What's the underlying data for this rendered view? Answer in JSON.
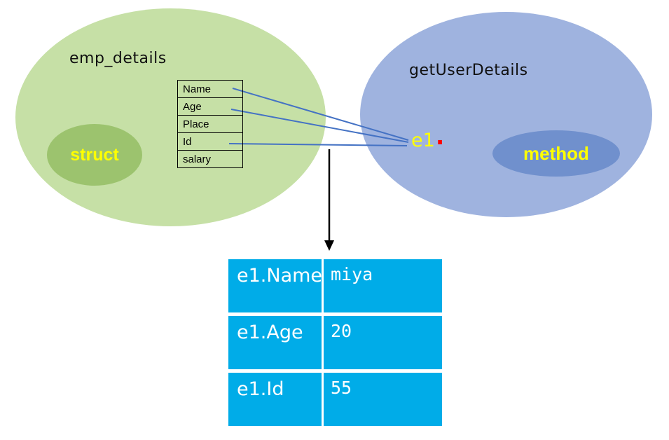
{
  "left_group": {
    "title": "emp_details",
    "inner_label": "struct",
    "fields": [
      "Name",
      "Age",
      "Place",
      "Id",
      "salary"
    ]
  },
  "right_group": {
    "title": "getUserDetails",
    "instance_label": "e1",
    "dot_label": ".",
    "inner_label": "method"
  },
  "result_table": {
    "rows": [
      {
        "key": "e1.Name",
        "value": "miya"
      },
      {
        "key": "e1.Age",
        "value": "20"
      },
      {
        "key": "e1.Id",
        "value": "55"
      }
    ]
  },
  "colors": {
    "outer_left_ellipse": "#C6E0A6",
    "inner_left_ellipse": "#9CC36E",
    "outer_right_ellipse": "#9FB3DF",
    "inner_right_ellipse": "#7090CD",
    "result_cell_background": "#00ACE8",
    "connector_line": "#4472C4",
    "arrow": "#000000",
    "highlight_text": "#FFFF00",
    "dot": "#FF0000"
  }
}
